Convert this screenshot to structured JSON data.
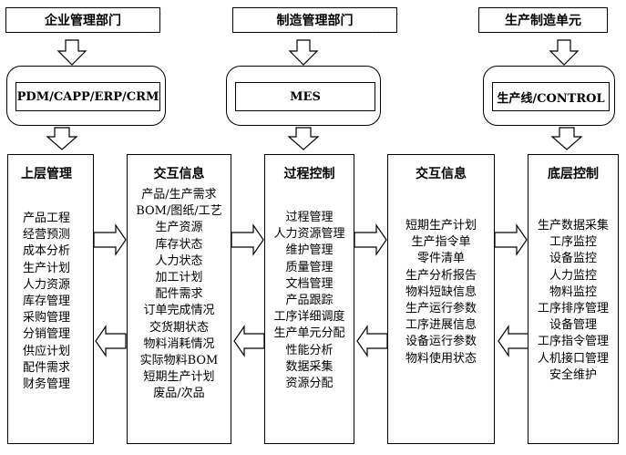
{
  "headers": [
    {
      "label": "企业管理部门"
    },
    {
      "label": "制造管理部门"
    },
    {
      "label": "生产制造单元"
    }
  ],
  "systems": [
    {
      "label": "PDM/CAPP/ERP/CRM"
    },
    {
      "label": "MES"
    },
    {
      "label": "生产线/CONTROL"
    }
  ],
  "columns": [
    {
      "title": "上层管理",
      "items": [
        "产品工程",
        "经营预测",
        "成本分析",
        "生产计划",
        "人力资源",
        "库存管理",
        "采购管理",
        "分销管理",
        "供应计划",
        "配件需求",
        "财务管理"
      ]
    },
    {
      "title": "交互信息",
      "items": [
        "产品/生产需求",
        "BOM/图纸/工艺",
        "生产资源",
        "库存状态",
        "人力状态",
        "加工计划",
        "配件需求",
        "订单完成情况",
        "交货期状态",
        "物料消耗情况",
        "实际物料BOM",
        "短期生产计划",
        "废品/次品"
      ]
    },
    {
      "title": "过程控制",
      "items": [
        "过程管理",
        "人力资源管理",
        "维护管理",
        "质量管理",
        "文档管理",
        "产品跟踪",
        "工序详细调度",
        "生产单元分配",
        "性能分析",
        "数据采集",
        "资源分配"
      ]
    },
    {
      "title": "交互信息",
      "items": [
        "短期生产计划",
        "生产指令单",
        "零件清单",
        "生产分析报告",
        "物料短缺信息",
        "生产运行参数",
        "工序进展信息",
        "设备运行参数",
        "物料使用状态"
      ]
    },
    {
      "title": "底层控制",
      "items": [
        "生产数据采集",
        "工序监控",
        "设备监控",
        "人力监控",
        "物料监控",
        "工序排序管理",
        "设备管理",
        "工序指令管理",
        "人机接口管理",
        "安全维护"
      ]
    }
  ]
}
